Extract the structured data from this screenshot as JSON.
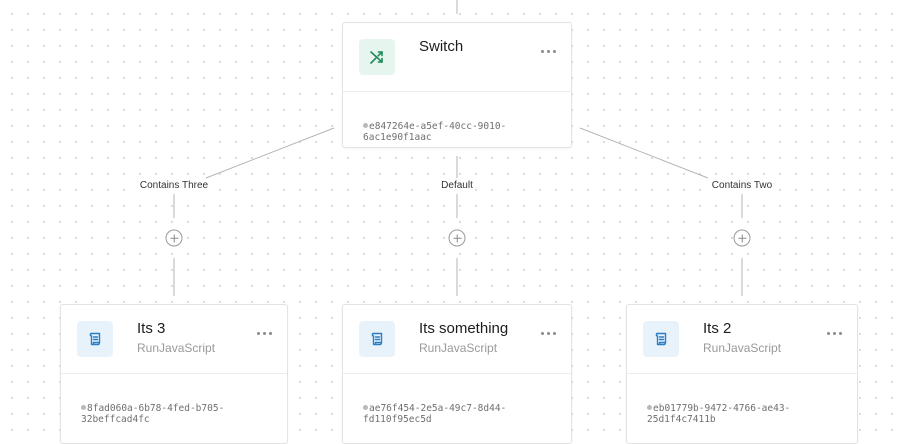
{
  "switch_node": {
    "title": "Switch",
    "icon": "shuffle-icon",
    "id": "e847264e-a5ef-40cc-9010-6ac1e90f1aac",
    "accent": "#1e8a5a"
  },
  "branches": [
    {
      "label": "Contains Three"
    },
    {
      "label": "Default"
    },
    {
      "label": "Contains Two"
    }
  ],
  "nodes": [
    {
      "title": "Its 3",
      "subtitle": "RunJavaScript",
      "icon": "script-icon",
      "id": "8fad060a-6b78-4fed-b705-32beffcad4fc"
    },
    {
      "title": "Its something",
      "subtitle": "RunJavaScript",
      "icon": "script-icon",
      "id": "ae76f454-2e5a-49c7-8d44-fd110f95ec5d"
    },
    {
      "title": "Its 2",
      "subtitle": "RunJavaScript",
      "icon": "script-icon",
      "id": "eb01779b-9472-4766-ae43-25d1f4c7411b"
    }
  ],
  "colors": {
    "edge": "#b5b5b5",
    "script_icon": "#2a7ec4",
    "switch_icon": "#1e8a5a"
  }
}
